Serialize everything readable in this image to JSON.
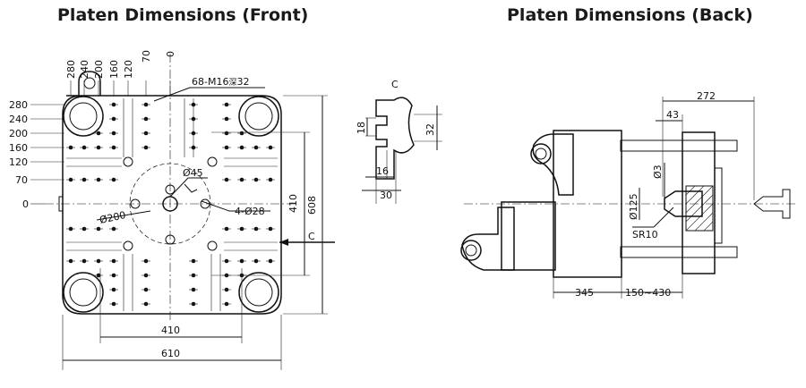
{
  "titles": {
    "front": "Platen Dimensions (Front)",
    "back": "Platen Dimensions (Back)"
  },
  "front": {
    "top_dims": [
      "280",
      "240",
      "200",
      "160",
      "120",
      "70",
      "0"
    ],
    "left_dims": [
      "280",
      "240",
      "200",
      "160",
      "120",
      "70",
      "0"
    ],
    "thread_callout": "68-M16",
    "thread_depth": "32",
    "center_hole": "Ø45",
    "locating_ring": "Ø200",
    "tie_holes": "4-Ø28",
    "dim_410_vertical": "410",
    "dim_608": "608",
    "dim_410_horizontal": "410",
    "dim_610": "610",
    "section_mark": "C"
  },
  "section_c": {
    "label": "C",
    "dim_18": "18",
    "dim_32": "32",
    "dim_16": "16",
    "dim_30": "30"
  },
  "back": {
    "dim_272": "272",
    "dim_43": "43",
    "dim_phi3": "Ø3",
    "dim_phi125": "Ø125",
    "dim_sr10": "SR10",
    "dim_345": "345",
    "dim_150_430": "150~430"
  },
  "colors": {
    "line": "#111111",
    "background": "#ffffff"
  }
}
